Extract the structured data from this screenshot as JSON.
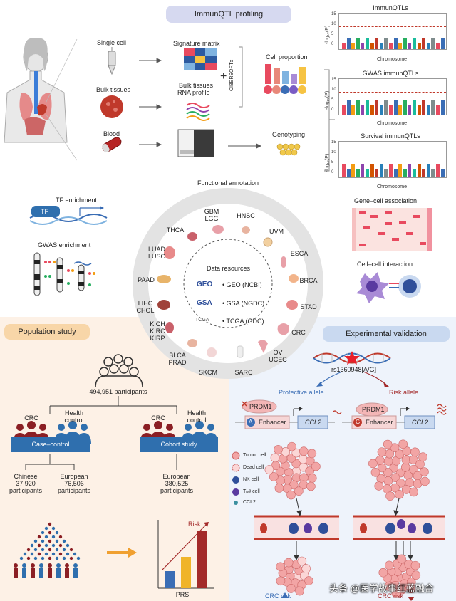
{
  "top": {
    "title": "ImmunQTL profiling",
    "inputs": [
      "Single cell",
      "Bulk tissues",
      "Blood"
    ],
    "signature_matrix": "Signature matrix",
    "bulk_rna_line1": "Bulk tissues",
    "bulk_rna_line2": "RNA profile",
    "cibersortx": "CIBERSORTx",
    "cell_proportion": "Cell proportion",
    "genotyping": "Genotyping",
    "functional_annotation": "Functional annotation",
    "plots": [
      {
        "title": "ImmunQTLs"
      },
      {
        "title": "GWAS immunQTLs"
      },
      {
        "title": "Survival immunQTLs"
      }
    ],
    "y_axis": "-log₁₀(P)",
    "x_axis": "Chromosome",
    "ticks": [
      "15",
      "10",
      "5",
      "0"
    ]
  },
  "middle": {
    "tf_enrichment": "TF enrichment",
    "tf_label": "TF",
    "gwas_enrichment": "GWAS enrichment",
    "gene_cell": "Gene–cell association",
    "cell_cell": "Cell–cell interaction",
    "data_resources": "Data resources",
    "resources": [
      "• GEO (NCBI)",
      "• GSA (NGDC)",
      "• TCGA (GDC)"
    ],
    "resource_logos": [
      "GEO",
      "GSA",
      "TCGA"
    ],
    "cancers": [
      {
        "l1": "GBM",
        "l2": "LGG"
      },
      {
        "l1": "HNSC",
        "l2": ""
      },
      {
        "l1": "UVM",
        "l2": ""
      },
      {
        "l1": "ESCA",
        "l2": ""
      },
      {
        "l1": "BRCA",
        "l2": ""
      },
      {
        "l1": "STAD",
        "l2": ""
      },
      {
        "l1": "CRC",
        "l2": ""
      },
      {
        "l1": "OV",
        "l2": "UCEC"
      },
      {
        "l1": "SARC",
        "l2": ""
      },
      {
        "l1": "SKCM",
        "l2": ""
      },
      {
        "l1": "BLCA",
        "l2": "PRAD"
      },
      {
        "l1": "KICH",
        "l2": "KIRC",
        "l3": "KIRP"
      },
      {
        "l1": "LIHC",
        "l2": "CHOL"
      },
      {
        "l1": "PAAD",
        "l2": ""
      },
      {
        "l1": "LUAD",
        "l2": "LUSC"
      },
      {
        "l1": "THCA",
        "l2": ""
      }
    ]
  },
  "population": {
    "title": "Population study",
    "participants": "494,951 participants",
    "crc": "CRC",
    "health1": "Health",
    "health2": "control",
    "case_control": "Case–control",
    "cohort_study": "Cohort study",
    "chinese": {
      "l1": "Chinese",
      "l2": "37,920",
      "l3": "participants"
    },
    "european_cc": {
      "l1": "European",
      "l2": "76,506",
      "l3": "participants"
    },
    "european_cohort": {
      "l1": "European",
      "l2": "380,525",
      "l3": "participants"
    },
    "risk": "Risk",
    "prs": "PRS",
    "prs_values": [
      0.3,
      0.55,
      1.0
    ],
    "prs_colors": [
      "#3a6db5",
      "#f0b429",
      "#a32a2a"
    ]
  },
  "experimental": {
    "title": "Experimental validation",
    "snp": "rs1360948[A/G]",
    "protective": "Protective allele",
    "risk_allele": "Risk allele",
    "prdm1": "PRDM1",
    "enhancer": "Enhancer",
    "ccl2": "CCL2",
    "allele_a": "A",
    "allele_g": "G",
    "legend": [
      "Tumor cell",
      "Dead cell",
      "NK cell",
      "Tᵣₑᵍ cell",
      "CCL2"
    ],
    "crc_risk_left": "CRC risk",
    "crc_risk_right": "CRC risk"
  },
  "watermark": "头条 @医学故事红蓝融合",
  "colors": {
    "title_bg_top": "#d6d9f0",
    "title_bg_pop": "#f8d6a8",
    "title_bg_exp": "#c9d9f0",
    "panel_pop_bg": "#fdf1e6",
    "panel_exp_bg": "#eef3fb",
    "crc_red": "#8b1f24",
    "health_blue": "#2f6fae"
  }
}
